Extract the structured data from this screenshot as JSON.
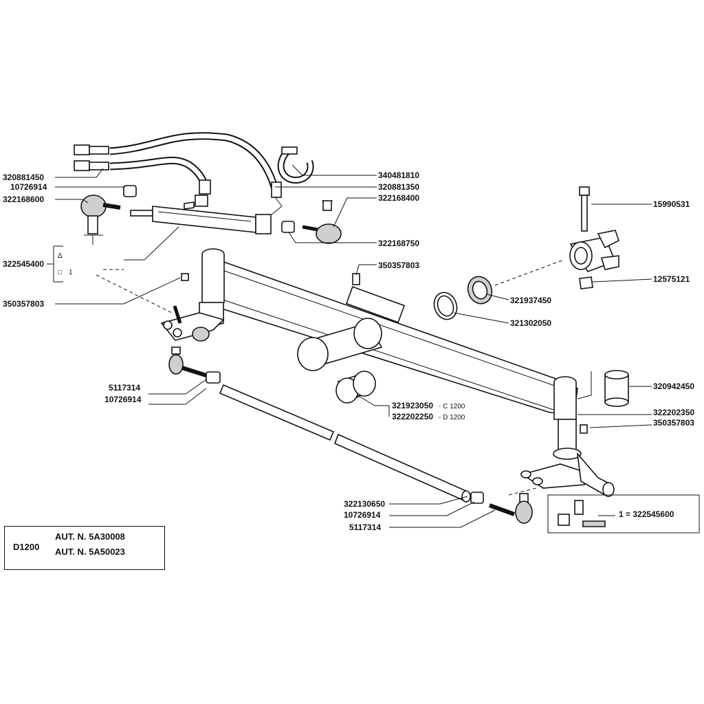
{
  "parts": {
    "p320881450": "320881450",
    "p10726914_top": "10726914",
    "p322168600": "322168600",
    "p322545400": "322545400",
    "p350357803_left": "350357803",
    "p340481810": "340481810",
    "p320881350": "320881350",
    "p322168400": "322168400",
    "p322168750": "322168750",
    "p350357803_mid": "350357803",
    "p15990531": "15990531",
    "p12575121": "12575121",
    "p321937450": "321937450",
    "p321302050": "321302050",
    "p320942450": "320942450",
    "p322202350": "322202350",
    "p350357803_right": "350357803",
    "p5117314_left": "5117314",
    "p10726914_left": "10726914",
    "p321923050": "321923050",
    "p321923050_note": "- C 1200",
    "p322202250": "322202250",
    "p322202250_note": "- D 1200",
    "p322130650": "322130650",
    "p10726914_bottom": "10726914",
    "p5117314_bottom": "5117314"
  },
  "legend": {
    "triangle_symbol": "Δ",
    "square_symbol": "□",
    "square_value": "1"
  },
  "inset": {
    "text": "1 = 322545600"
  },
  "info_box": {
    "model": "D1200",
    "aut_1": "AUT. N. 5A30008",
    "aut_2": "AUT. N. 5A50023"
  }
}
